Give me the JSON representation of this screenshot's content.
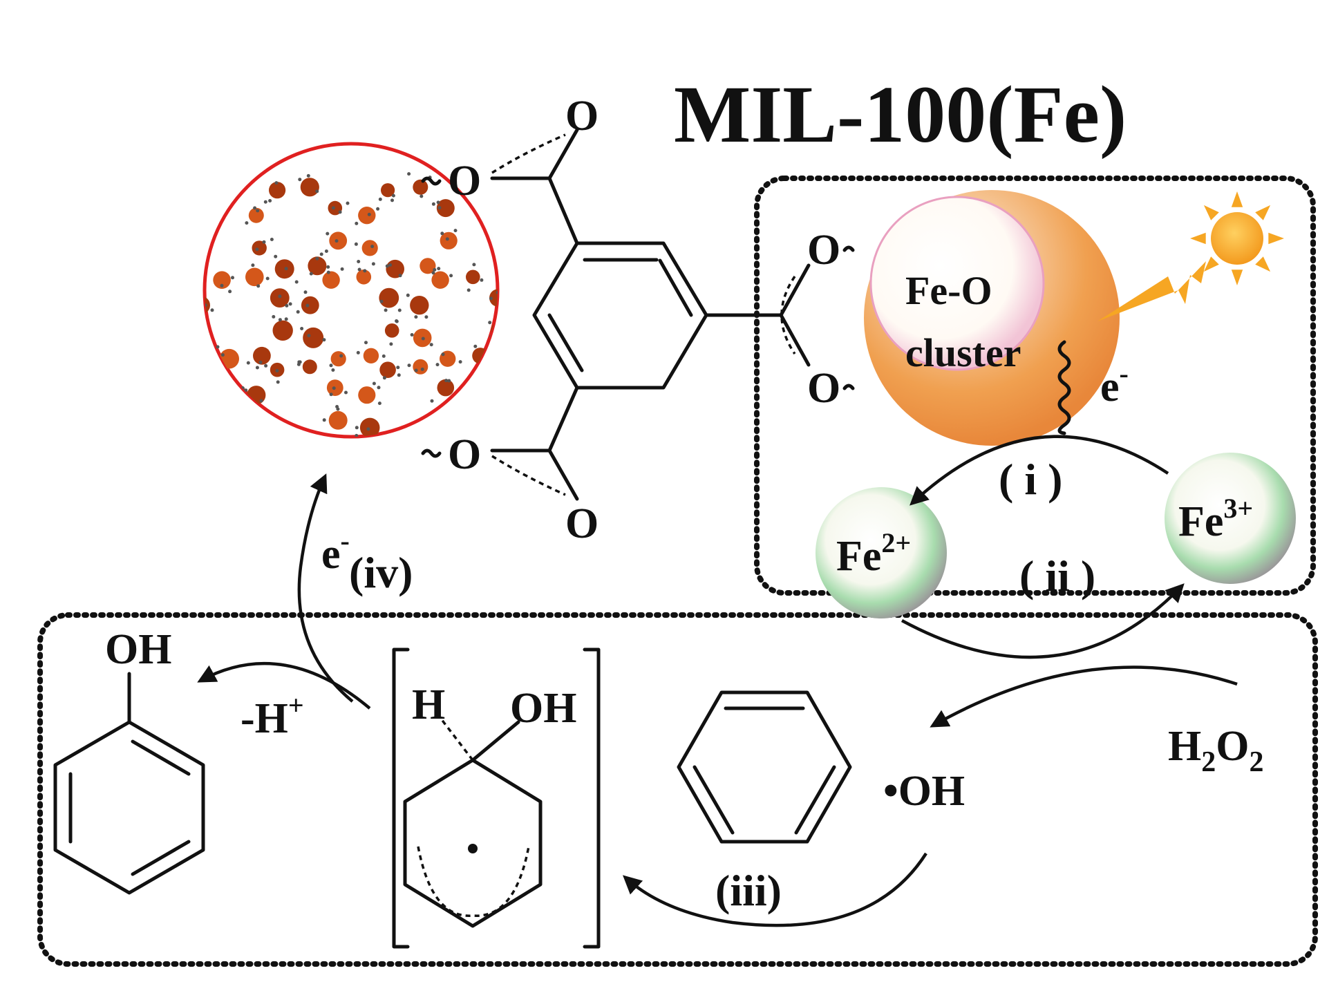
{
  "title": "MIL-100(Fe)",
  "cluster_label": {
    "line1": "Fe-O",
    "line2": "cluster"
  },
  "ions": {
    "fe2": "Fe",
    "fe2_charge": "2+",
    "fe3": "Fe",
    "fe3_charge": "3+"
  },
  "electron": {
    "symbol": "e",
    "charge": "-"
  },
  "steps": {
    "i": "( i )",
    "ii": "( ii )",
    "iii": "(iii)",
    "iv": "(iv)"
  },
  "atoms": {
    "O": "O",
    "OH": "OH",
    "H": "H",
    "radical_OH": "•OH"
  },
  "minus_h": {
    "text": "-H",
    "charge": "+"
  },
  "h2o2": {
    "h": "H",
    "h_sub": "2",
    "o": "O",
    "o_sub": "2"
  },
  "colors": {
    "mof_circle": "#e02020",
    "cluster_orange": "#f0a050",
    "sun": "#f6a623",
    "fe_sphere_green": "#a8dcae",
    "fe_sphere_gray": "#9a9a9a"
  }
}
